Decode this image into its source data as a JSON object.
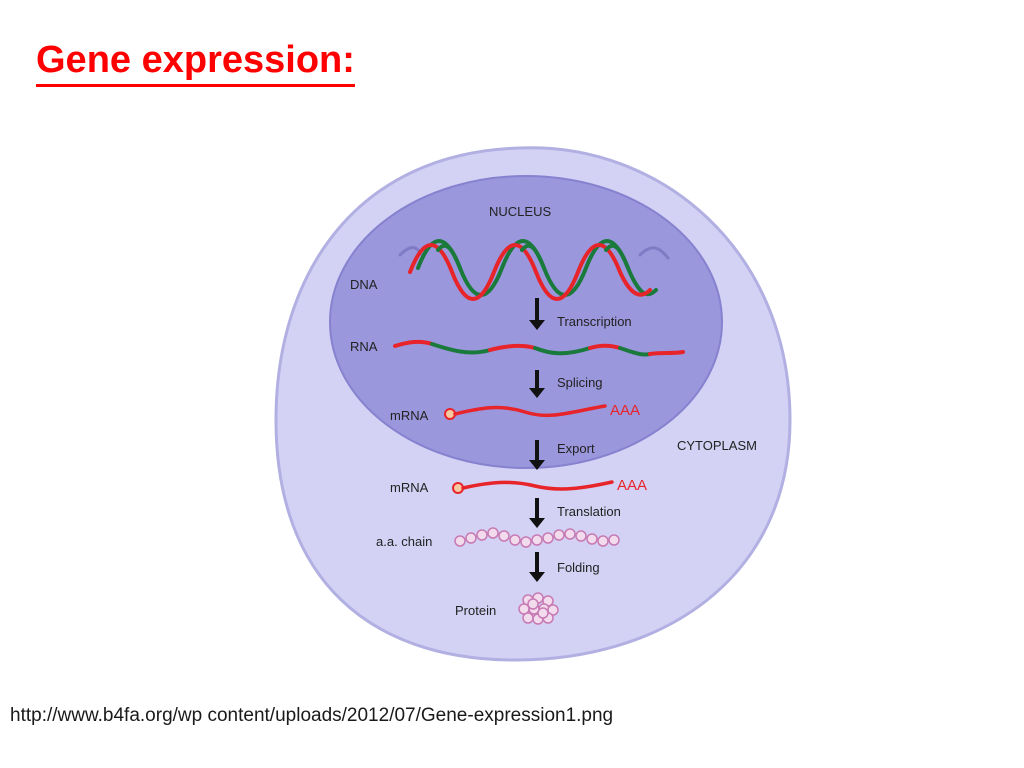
{
  "slide": {
    "title": "Gene expression:",
    "source_url": "http://www.b4fa.org/wp content/uploads/2012/07/Gene-expression1.png"
  },
  "colors": {
    "title": "#ff0000",
    "cell_fill": "#d3d2f4",
    "cell_stroke": "#b2b0e2",
    "nucleus_fill": "#9b97dc",
    "nucleus_stroke": "#8682cf",
    "strand_red": "#e8242b",
    "strand_green": "#1a7a3c",
    "bead_fill": "#f3dbee",
    "bead_stroke": "#c77ab3",
    "arrow": "#111111",
    "label": "#222222",
    "poly_a": "#e8242b"
  },
  "diagram": {
    "nucleus_label": "NUCLEUS",
    "cytoplasm_label": "CYTOPLASM",
    "molecules": {
      "dna": "DNA",
      "rna": "RNA",
      "mrna_nuclear": "mRNA",
      "mrna_cytoplasm": "mRNA",
      "aa_chain": "a.a. chain",
      "protein": "Protein"
    },
    "steps": {
      "transcription": "Transcription",
      "splicing": "Splicing",
      "export": "Export",
      "translation": "Translation",
      "folding": "Folding"
    },
    "poly_a_nuclear": "AAA",
    "poly_a_cytoplasm": "AAA"
  }
}
